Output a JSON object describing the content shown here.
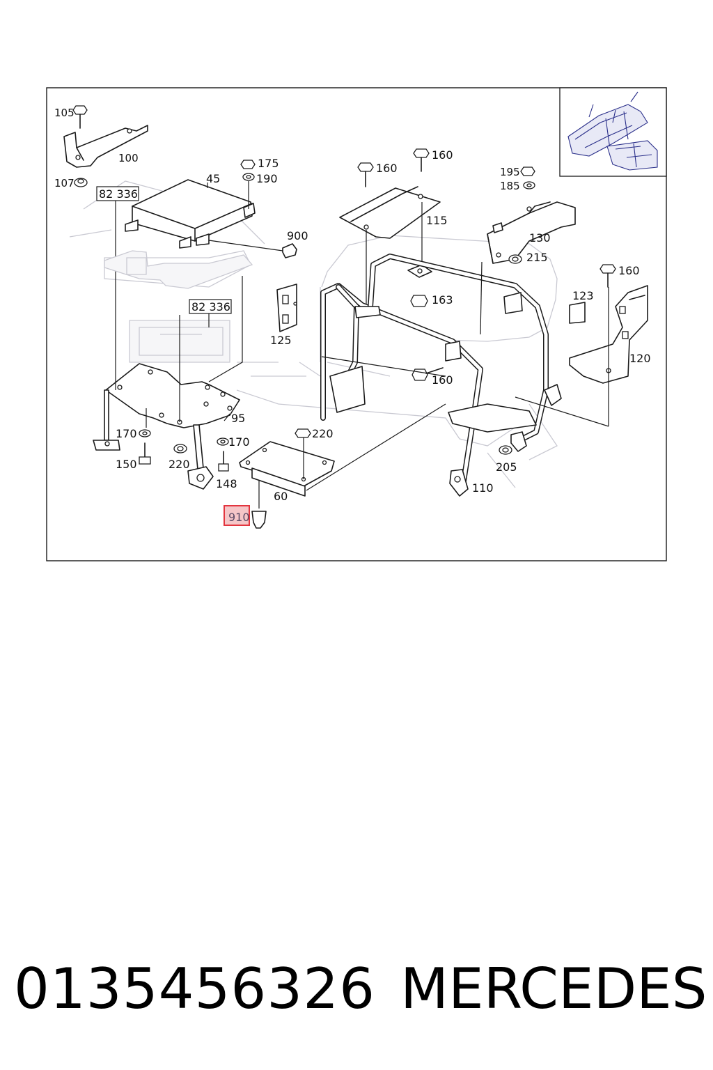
{
  "callouts": {
    "c105": "105",
    "c100": "100",
    "c107": "107",
    "c82336a": "82 336",
    "c82336b": "82 336",
    "c45": "45",
    "c175": "175",
    "c190": "190",
    "c900": "900",
    "c160a": "160",
    "c160b": "160",
    "c115": "115",
    "c163": "163",
    "c195": "195",
    "c185": "185",
    "c130": "130",
    "c215": "215",
    "c160c": "160",
    "c123": "123",
    "c120": "120",
    "c125": "125",
    "c160d": "160",
    "c95": "95",
    "c170a": "170",
    "c150": "150",
    "c220a": "220",
    "c170b": "170",
    "c148": "148",
    "c220b": "220",
    "c60": "60",
    "c910": "910",
    "c205": "205",
    "c110": "110"
  },
  "footer": {
    "part_number": "0135456326",
    "brand": "MERCEDES"
  },
  "colors": {
    "highlight": "#e3353f",
    "highlight_fill": "#f5c6c8",
    "line": "#1a1a1a",
    "ghost": "#c9c9d2",
    "inset": "#2a2f8a"
  }
}
